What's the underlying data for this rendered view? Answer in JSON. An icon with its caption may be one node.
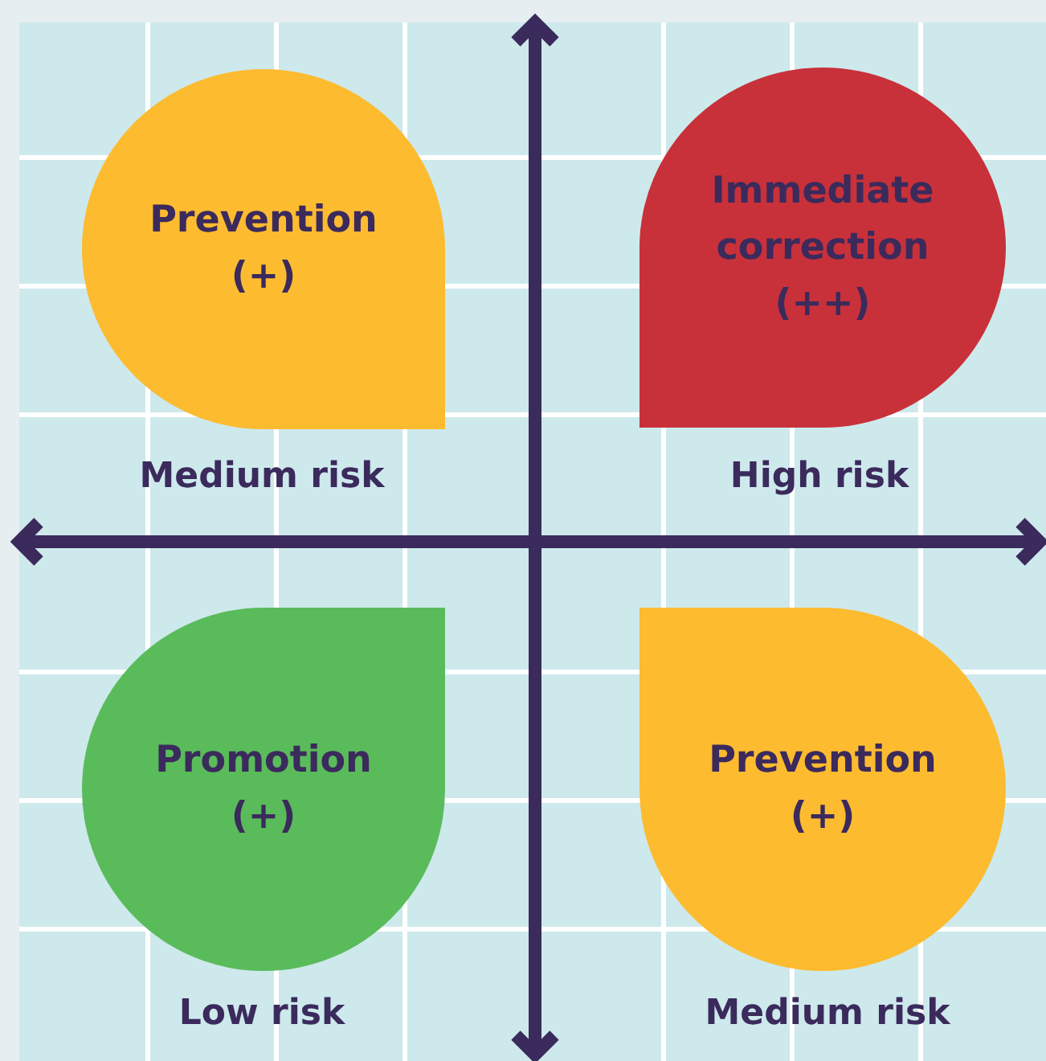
{
  "diagram": {
    "nodes": [
      {
        "text": [
          "Prevention (+)"
        ],
        "beside": [
          "Medium risk"
        ]
      },
      {
        "text": [
          "Immediate correction (++)"
        ],
        "beside": [
          "High risk"
        ]
      },
      {
        "text": [
          "Promotion (+)"
        ],
        "beside": [
          "Low risk"
        ]
      },
      {
        "text": [
          "Prevention (+)"
        ],
        "beside": [
          "Medium risk"
        ]
      }
    ],
    "edges": []
  }
}
